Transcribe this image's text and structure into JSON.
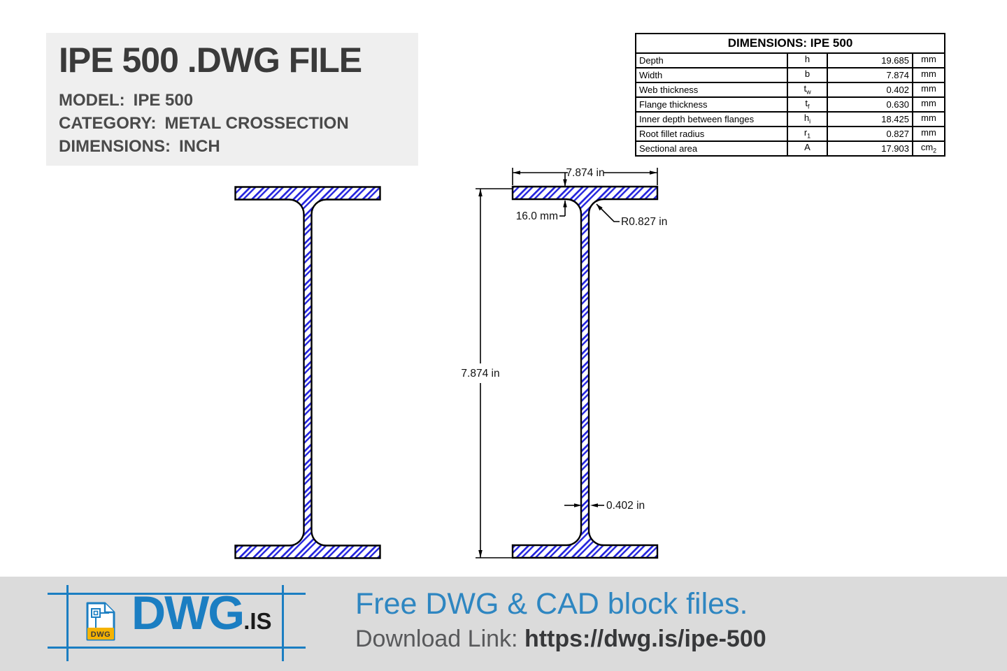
{
  "header": {
    "title": "IPE 500 .DWG FILE",
    "meta": [
      {
        "label": "MODEL:",
        "value": "IPE 500"
      },
      {
        "label": "CATEGORY:",
        "value": "METAL CROSSECTION"
      },
      {
        "label": "DIMENSIONS:",
        "value": "INCH"
      }
    ]
  },
  "dimensions_table": {
    "title": "DIMENSIONS: IPE 500",
    "rows": [
      {
        "name": "Depth",
        "sym": "h",
        "sub": "",
        "value": "19.685",
        "unit": "mm",
        "unit_sub": ""
      },
      {
        "name": "Width",
        "sym": "b",
        "sub": "",
        "value": "7.874",
        "unit": "mm",
        "unit_sub": ""
      },
      {
        "name": "Web thickness",
        "sym": "t",
        "sub": "w",
        "value": "0.402",
        "unit": "mm",
        "unit_sub": ""
      },
      {
        "name": "Flange thickness",
        "sym": "t",
        "sub": "f",
        "value": "0.630",
        "unit": "mm",
        "unit_sub": ""
      },
      {
        "name": "Inner depth between flanges",
        "sym": "h",
        "sub": "i",
        "value": "18.425",
        "unit": "mm",
        "unit_sub": ""
      },
      {
        "name": "Root fillet radius",
        "sym": "r",
        "sub": "1",
        "value": "0.827",
        "unit": "mm",
        "unit_sub": ""
      },
      {
        "name": "Sectional area",
        "sym": "A",
        "sub": "",
        "value": "17.903",
        "unit": "cm",
        "unit_sub": "2"
      }
    ]
  },
  "drawing": {
    "annotations": {
      "width": "7.874 in",
      "height": "7.874 in",
      "flange_thickness": "16.0 mm",
      "root_radius": "R0.827 in",
      "web_thickness": "0.402 in"
    }
  },
  "footer": {
    "brand": "DWG",
    "brand_suffix": ".IS",
    "file_badge": "DWG",
    "tagline": "Free DWG & CAD block files.",
    "download_label": "Download Link:",
    "download_url": "https://dwg.is/ipe-500"
  },
  "colors": {
    "accent_blue": "#1b7ec2",
    "hatch_blue": "#2222dd",
    "tagline_blue": "#2e86c1",
    "badge_yellow": "#f5b301",
    "card_gray": "#efefef",
    "footer_gray": "#dbdbdb",
    "outline_black": "#000000"
  }
}
